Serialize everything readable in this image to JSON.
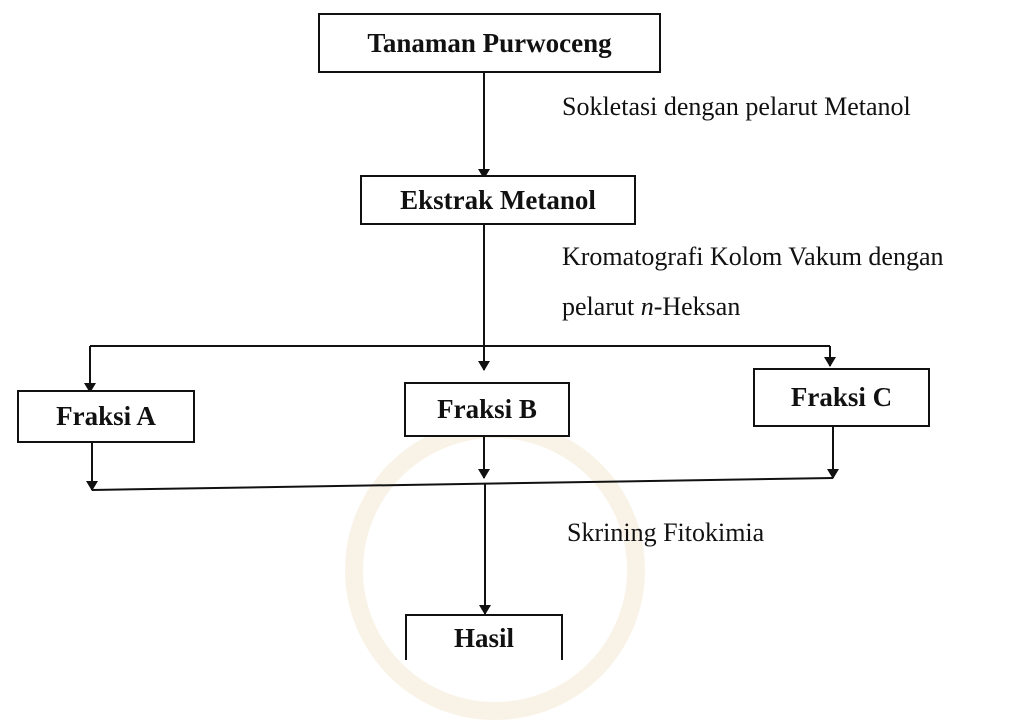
{
  "nodes": {
    "source": "Tanaman Purwoceng",
    "extract": "Ekstrak Metanol",
    "fraction_a": "Fraksi A",
    "fraction_b": "Fraksi B",
    "fraction_c": "Fraksi C",
    "result": "Hasil"
  },
  "steps": {
    "extraction": "Sokletasi dengan pelarut Metanol",
    "chromatography_line1": "Kromatografi Kolom Vakum dengan",
    "chromatography_line2_prefix": "pelarut ",
    "chromatography_line2_italic": "n",
    "chromatography_line2_suffix": "-Heksan",
    "screening": "Skrining Fitokimia"
  },
  "colors": {
    "stroke": "#111111",
    "watermark": "#dcbe78"
  }
}
